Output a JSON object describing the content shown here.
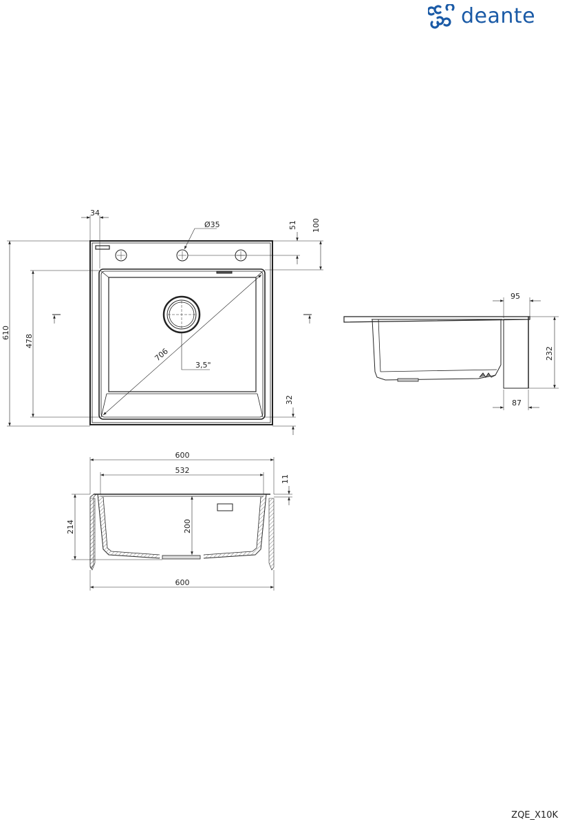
{
  "brand": {
    "name": "deante",
    "color": "#1a5aa6"
  },
  "product_code": "ZQE_X10K",
  "top_view": {
    "dimensions": {
      "hole_offset": "34",
      "tap_hole_diameter": "Ø35",
      "hole_depth": "51",
      "bowl_offset_top": "100",
      "overall_depth": "610",
      "bowl_depth": "478",
      "diagonal": "706",
      "drain_size": "3,5\"",
      "bottom_margin": "32"
    }
  },
  "side_view": {
    "dimensions": {
      "top_width": "95",
      "height": "232",
      "bottom_width": "87"
    }
  },
  "front_view": {
    "dimensions": {
      "overall_width_top": "600",
      "bowl_width": "532",
      "rim_thickness": "11",
      "overall_height": "214",
      "bowl_inner_depth": "200",
      "overall_width_bottom": "600"
    }
  }
}
